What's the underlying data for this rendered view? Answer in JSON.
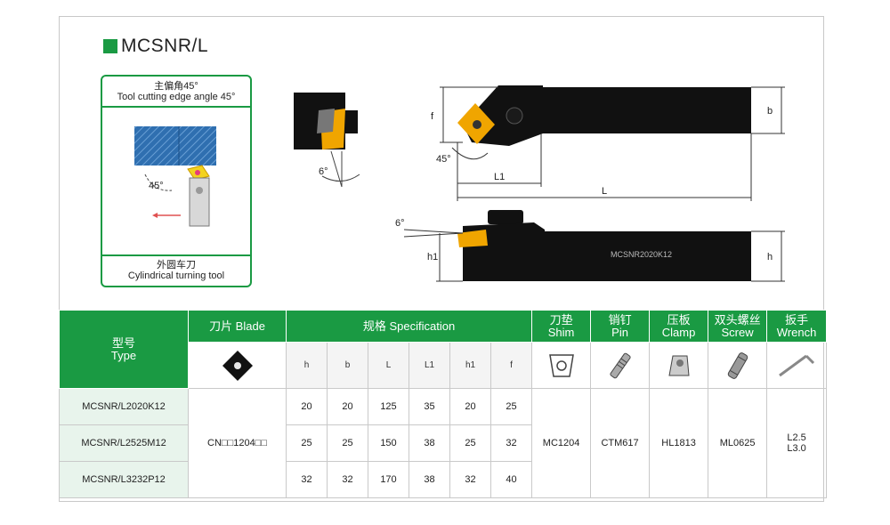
{
  "title": "MCSNR/L",
  "schematic": {
    "angle_cn": "主偏角45°",
    "angle_en": "Tool cutting edge angle 45°",
    "angle_label": "45°",
    "type_cn": "外圆车刀",
    "type_en": "Cylindrical turning tool"
  },
  "drawing": {
    "angle_6_a": "6°",
    "angle_45": "45°",
    "label_f": "f",
    "label_L1": "L1",
    "label_L": "L",
    "label_b": "b",
    "angle_6_b": "6°",
    "label_h1": "h1",
    "label_h": "h",
    "engraving": "MCSNR2020K12"
  },
  "table": {
    "type_cn": "型号",
    "type_en": "Type",
    "blade_label": "刀片 Blade",
    "spec_label": "规格 Specification",
    "shim_cn": "刀垫",
    "shim_en": "Shim",
    "pin_cn": "销钉",
    "pin_en": "Pin",
    "clamp_cn": "压板",
    "clamp_en": "Clamp",
    "screw_cn": "双头螺丝",
    "screw_en": "Screw",
    "wrench_cn": "扳手",
    "wrench_en": "Wrench",
    "spec_cols": [
      "h",
      "b",
      "L",
      "L1",
      "h1",
      "f"
    ],
    "rows": [
      {
        "model": "MCSNR/L2020K12",
        "specs": [
          "20",
          "20",
          "125",
          "35",
          "20",
          "25"
        ]
      },
      {
        "model": "MCSNR/L2525M12",
        "specs": [
          "25",
          "25",
          "150",
          "38",
          "25",
          "32"
        ]
      },
      {
        "model": "MCSNR/L3232P12",
        "specs": [
          "32",
          "32",
          "170",
          "38",
          "32",
          "40"
        ]
      }
    ],
    "blade_code": "CN□□1204□□",
    "shim_code": "MC1204",
    "pin_code": "CTM617",
    "clamp_code": "HL1813",
    "screw_code": "ML0625",
    "wrench_code_1": "L2.5",
    "wrench_code_2": "L3.0"
  },
  "colors": {
    "accent": "#1a9a43",
    "insert": "#f0a500",
    "steel": "#111111"
  }
}
